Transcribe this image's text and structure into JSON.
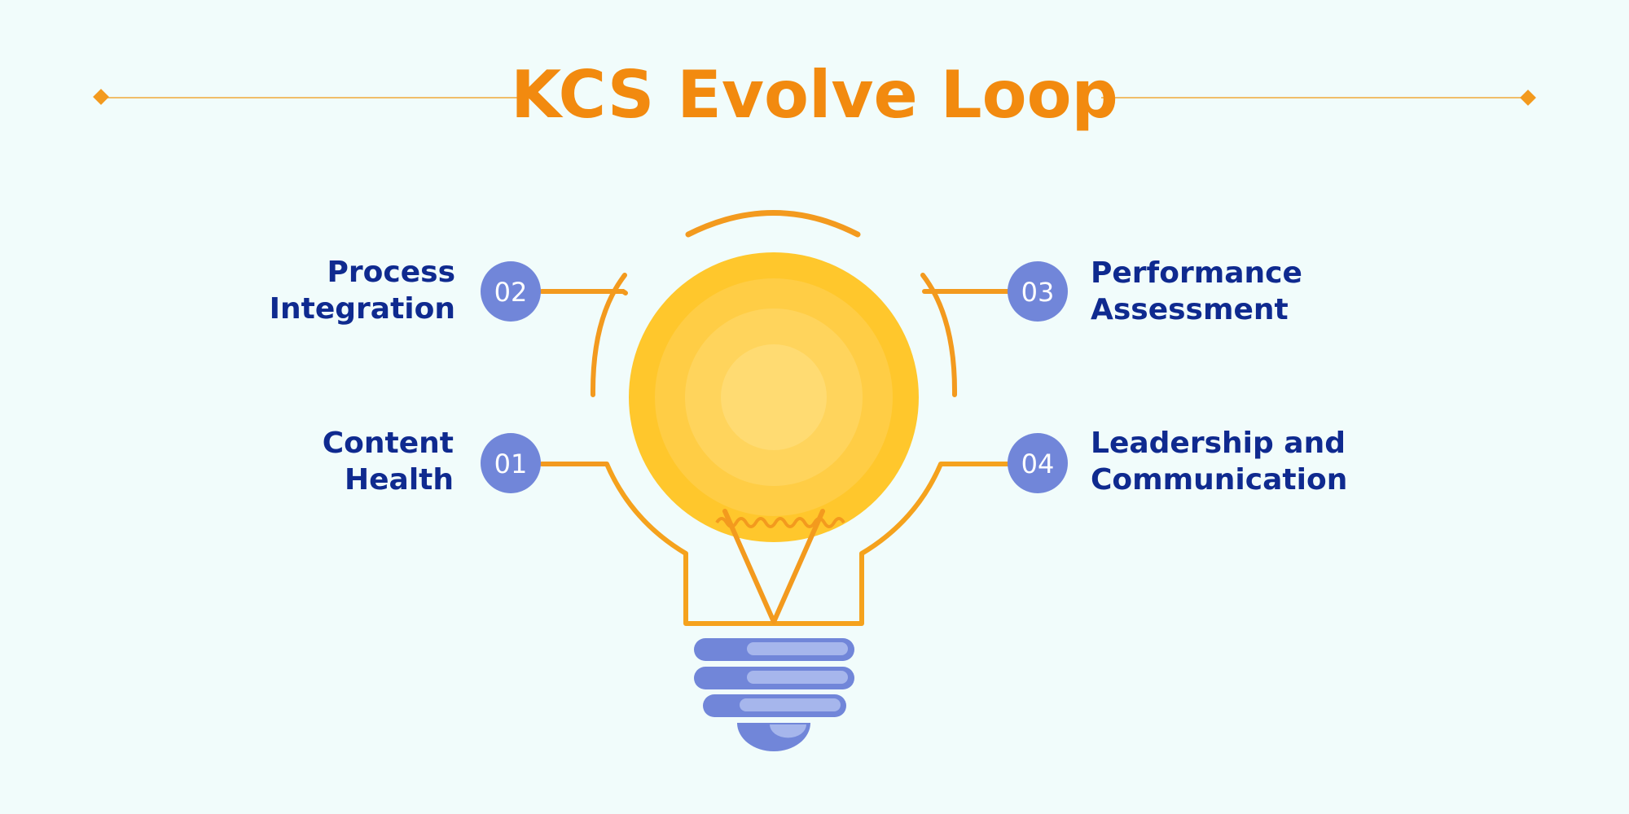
{
  "title": "KCS Evolve Loop",
  "steps": [
    {
      "number": "01",
      "lines": [
        "Content",
        "Health"
      ]
    },
    {
      "number": "02",
      "lines": [
        "Process",
        "Integration"
      ]
    },
    {
      "number": "03",
      "lines": [
        "Performance",
        "Assessment"
      ]
    },
    {
      "number": "04",
      "lines": [
        "Leadership and",
        "Communication"
      ]
    }
  ],
  "colors": {
    "background": "#f1fcfb",
    "title": "#f28a0f",
    "label": "#0f2a8f",
    "badge": "#7186d9",
    "connector": "#f39a1e",
    "bulb": "#ffc72c",
    "base": "#7186d9",
    "base_highlight": "#a6b6ec"
  },
  "icons": {
    "bulb": "lightbulb-icon",
    "divider_end": "diamond-icon"
  }
}
